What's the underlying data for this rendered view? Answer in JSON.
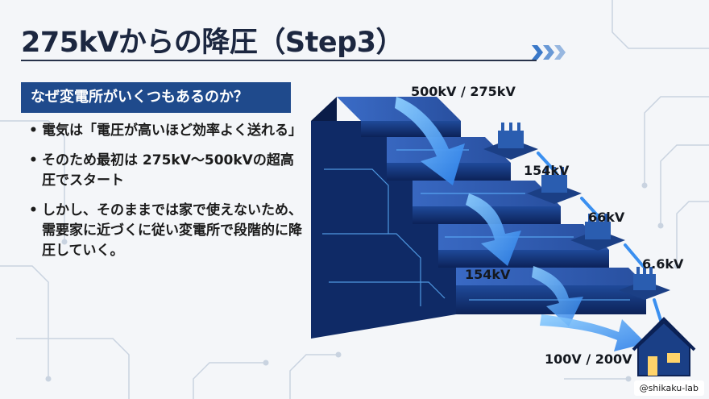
{
  "slide": {
    "title": "275kVからの降圧（Step3）",
    "question": "なぜ変電所がいくつもあるのか？",
    "bullets": [
      "電気は「電圧が高いほど効率よく送れる」",
      "そのため最初は 275kV〜500kVの超高圧でスタート",
      "しかし、そのままでは家で使えないため、需要家に近づくに従い変電所で段階的に降圧していく。"
    ],
    "credit": "@shikaku-lab"
  },
  "illustration": {
    "labels": {
      "top": "500kV / 275kV",
      "step1": "154kV",
      "step2": "66kV",
      "step3": "6.6kV",
      "stair": "154kV",
      "home": "100V / 200V"
    }
  },
  "colors": {
    "title": "#1c2740",
    "banner": "#1f4a8c",
    "stairs": "#1a3f86",
    "glow": "#4aa8ff",
    "chevron": "#3a78c8"
  },
  "icons": [
    "chevron-right-icon",
    "transformer-icon",
    "house-icon",
    "arrow-down-icon"
  ]
}
